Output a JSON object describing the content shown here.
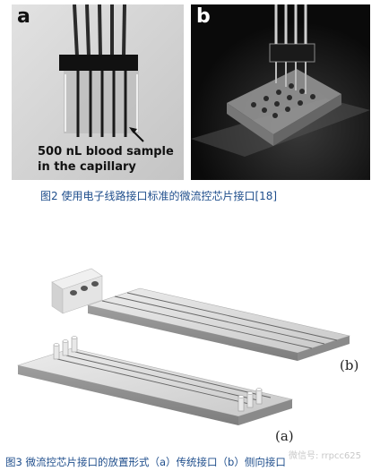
{
  "figure2": {
    "panel_a_letter": "a",
    "panel_b_letter": "b",
    "annotation": "500 nL blood sample\nin the capillary",
    "caption": "图2  使用电子线路接口标准的微流控芯片接口[18]"
  },
  "figure3": {
    "label_a": "(a)",
    "label_b": "(b)",
    "caption": "图3  微流控芯片接口的放置形式（a）传统接口（b）侧向接口"
  },
  "watermark": "微信号: rrpcc625"
}
